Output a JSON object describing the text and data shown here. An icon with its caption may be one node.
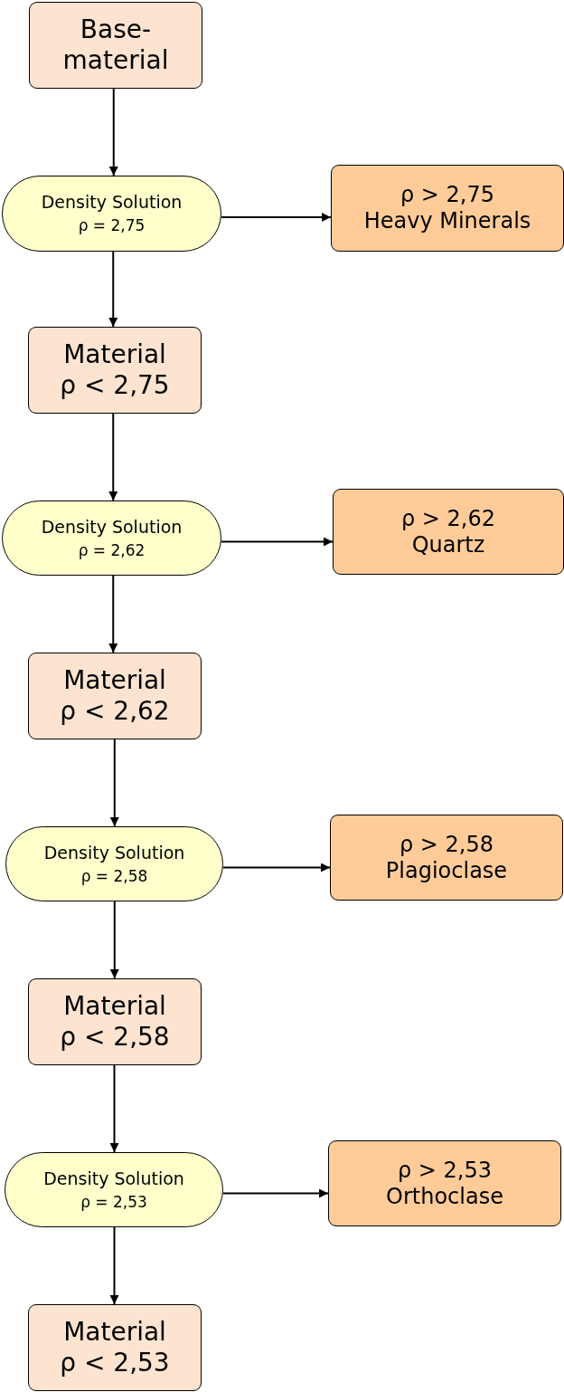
{
  "diagram": {
    "nodes": [
      {
        "text": [
          "Base-material"
        ]
      },
      {
        "text": [
          "Density Solution",
          "ρ = 2,75"
        ]
      },
      {
        "text": [
          "ρ > 2,75",
          "Heavy Minerals"
        ]
      },
      {
        "text": [
          "Material",
          "ρ < 2,75"
        ]
      },
      {
        "text": [
          "Density Solution",
          "ρ = 2,62"
        ]
      },
      {
        "text": [
          "ρ > 2,62",
          "Quartz"
        ]
      },
      {
        "text": [
          "Material",
          "ρ < 2,62"
        ]
      },
      {
        "text": [
          "Density Solution",
          "ρ = 2,58"
        ]
      },
      {
        "text": [
          "ρ > 2,58",
          "Plagioclase"
        ]
      },
      {
        "text": [
          "Material",
          "ρ < 2,58"
        ]
      },
      {
        "text": [
          "Density Solution",
          "ρ = 2,53"
        ]
      },
      {
        "text": [
          "ρ > 2,53",
          "Orthoclase"
        ]
      },
      {
        "text": [
          "Material",
          "ρ < 2,53"
        ]
      }
    ],
    "edges": [
      {
        "from": 0,
        "to": 1,
        "arrow": "to"
      },
      {
        "from": 1,
        "to": 2,
        "arrow": "to"
      },
      {
        "from": 1,
        "to": 3,
        "arrow": "to"
      },
      {
        "from": 3,
        "to": 4,
        "arrow": "to"
      },
      {
        "from": 4,
        "to": 5,
        "arrow": "to"
      },
      {
        "from": 4,
        "to": 6,
        "arrow": "to"
      },
      {
        "from": 6,
        "to": 7,
        "arrow": "to"
      },
      {
        "from": 7,
        "to": 8,
        "arrow": "to"
      },
      {
        "from": 7,
        "to": 9,
        "arrow": "to"
      },
      {
        "from": 9,
        "to": 10,
        "arrow": "to"
      },
      {
        "from": 10,
        "to": 11,
        "arrow": "to"
      },
      {
        "from": 10,
        "to": 12,
        "arrow": "to"
      }
    ]
  }
}
